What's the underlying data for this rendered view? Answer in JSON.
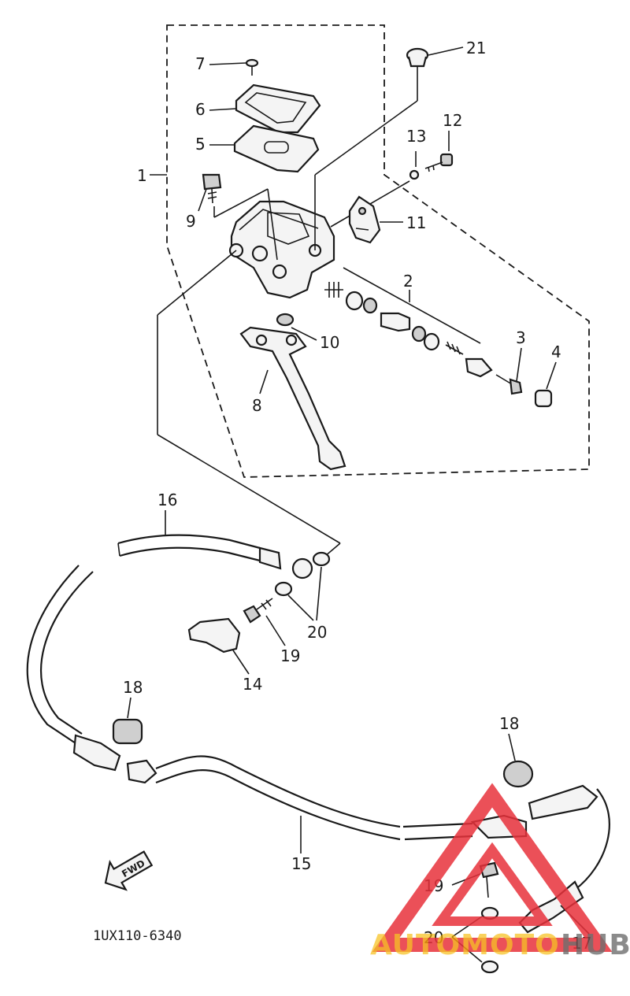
{
  "diagram_code": "1UX110-6340",
  "fwd_label": "FWD",
  "callouts": {
    "c1": "1",
    "c2": "2",
    "c3": "3",
    "c4": "4",
    "c5": "5",
    "c6": "6",
    "c7": "7",
    "c8": "8",
    "c9": "9",
    "c10": "10",
    "c11": "11",
    "c12": "12",
    "c13": "13",
    "c14": "14",
    "c15": "15",
    "c16": "16",
    "c17": "17",
    "c18a": "18",
    "c18b": "18",
    "c19a": "19",
    "c19b": "19",
    "c20a": "20",
    "c20b": "20",
    "c21": "21"
  },
  "watermark": {
    "part1": "AUTOMOTO",
    "part2": "HUB",
    "color_primary": "#e8323c",
    "color_secondary": "#f5b800",
    "color_tertiary": "#555555"
  }
}
